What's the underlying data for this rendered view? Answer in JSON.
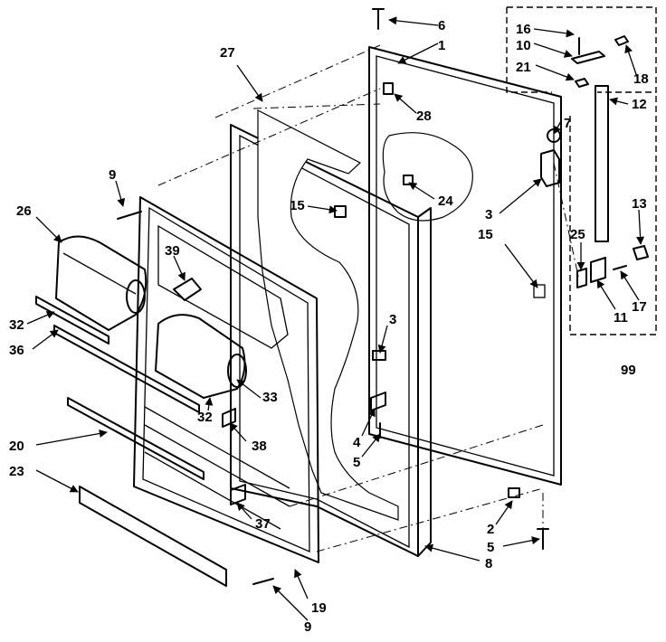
{
  "labels": [
    {
      "key": "6",
      "text": "6"
    },
    {
      "key": "1",
      "text": "1"
    },
    {
      "key": "16",
      "text": "16"
    },
    {
      "key": "10",
      "text": "10"
    },
    {
      "key": "21",
      "text": "21"
    },
    {
      "key": "18",
      "text": "18"
    },
    {
      "key": "12",
      "text": "12"
    },
    {
      "key": "27",
      "text": "27"
    },
    {
      "key": "28",
      "text": "28"
    },
    {
      "key": "7",
      "text": "7"
    },
    {
      "key": "9a",
      "text": "9"
    },
    {
      "key": "26",
      "text": "26"
    },
    {
      "key": "15a",
      "text": "15"
    },
    {
      "key": "24",
      "text": "24"
    },
    {
      "key": "3a",
      "text": "3"
    },
    {
      "key": "15b",
      "text": "15"
    },
    {
      "key": "13",
      "text": "13"
    },
    {
      "key": "25",
      "text": "25"
    },
    {
      "key": "39",
      "text": "39"
    },
    {
      "key": "32a",
      "text": "32"
    },
    {
      "key": "36",
      "text": "36"
    },
    {
      "key": "17",
      "text": "17"
    },
    {
      "key": "11",
      "text": "11"
    },
    {
      "key": "3b",
      "text": "3"
    },
    {
      "key": "99",
      "text": "99"
    },
    {
      "key": "33",
      "text": "33"
    },
    {
      "key": "32b",
      "text": "32"
    },
    {
      "key": "4",
      "text": "4"
    },
    {
      "key": "38",
      "text": "38"
    },
    {
      "key": "20",
      "text": "20"
    },
    {
      "key": "5a",
      "text": "5"
    },
    {
      "key": "23",
      "text": "23"
    },
    {
      "key": "37",
      "text": "37"
    },
    {
      "key": "2",
      "text": "2"
    },
    {
      "key": "5b",
      "text": "5"
    },
    {
      "key": "8",
      "text": "8"
    },
    {
      "key": "19",
      "text": "19"
    },
    {
      "key": "9b",
      "text": "9"
    }
  ]
}
